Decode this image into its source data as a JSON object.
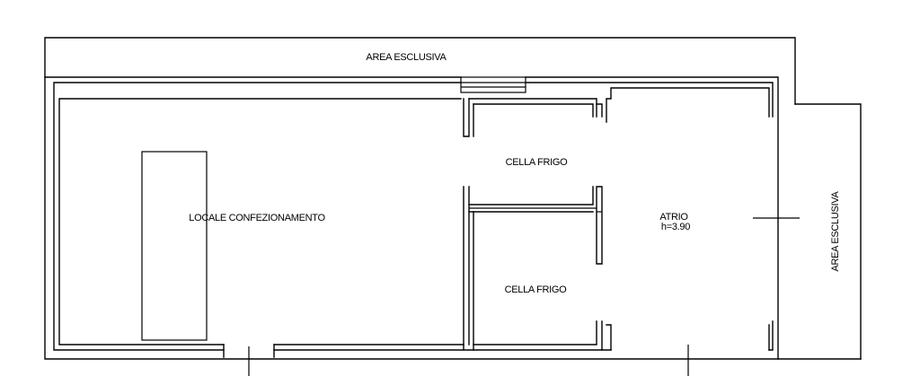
{
  "labels": {
    "area_top": "AREA ESCLUSIVA",
    "area_right": "AREA ESCLUSIVA",
    "locale": "LOCALE CONFEZIONAMENTO",
    "cella_top": "CELLA FRIGO",
    "cella_bottom": "CELLA FRIGO",
    "atrio": "ATRIO",
    "atrio_height": "h=3.90"
  }
}
